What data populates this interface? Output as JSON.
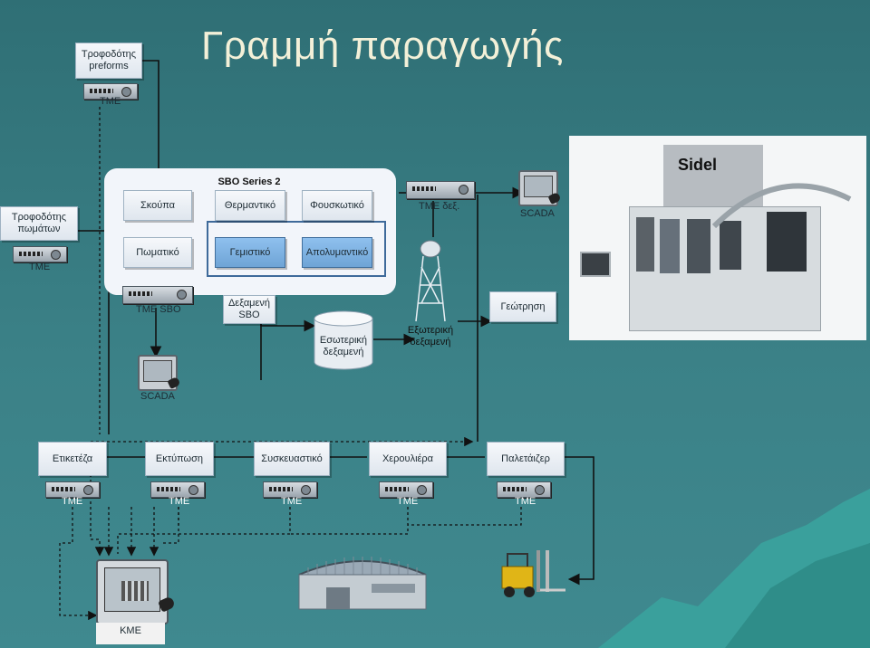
{
  "title": "Γραμμή παραγωγής",
  "suppliers": {
    "preforms": "Τροφοδότης preforms",
    "caps": "Τροφοδότης πωμάτων"
  },
  "sbo": {
    "series_label": "SBO Series 2",
    "stations_top": [
      "Σκούπα",
      "Θερμαντικό",
      "Φουσκωτικό"
    ],
    "stations_bottom": [
      "Πωματικό",
      "Γεμιστικό",
      "Απολυμαντικό"
    ]
  },
  "labels": {
    "tme_preforms": "TME",
    "tme_caps": "TME",
    "tme_sbo": "TME SBO",
    "tme_tank": "TME δεξ.",
    "scada_top": "SCADA",
    "scada_left": "SCADA",
    "tank_sbo": "Δεξαμενή SBO",
    "internal_tank": "Εσωτερική δεξαμενή",
    "external_tank": "Εξωτερική δεξαμενή",
    "drilling": "Γεώτρηση",
    "kme": "KME",
    "photo_brand": "Sidel"
  },
  "line": {
    "stations": [
      "Ετικετέζα",
      "Εκτύπωση",
      "Συσκευαστικό",
      "Χερουλιέρα",
      "Παλετάιζερ"
    ],
    "tme": [
      "TME",
      "TME",
      "TME",
      "TME",
      "TME"
    ]
  }
}
